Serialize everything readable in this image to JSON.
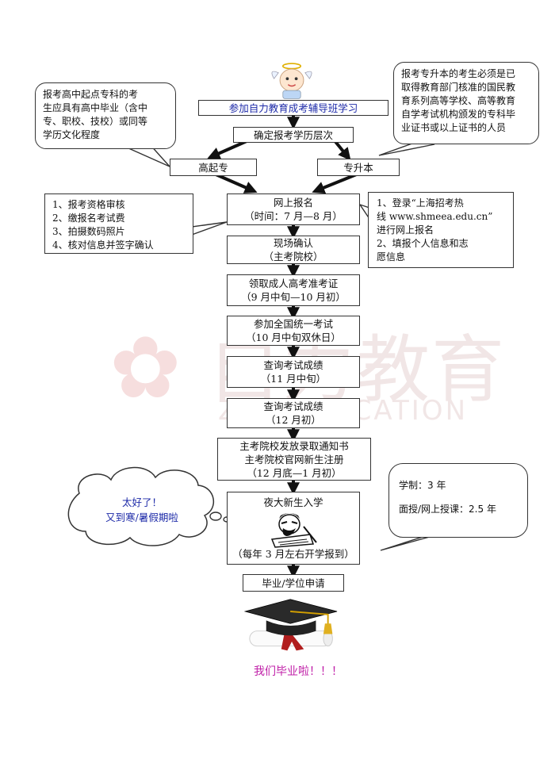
{
  "flow": {
    "step1": "参加自力教育成考辅导班学习",
    "step2": "确定报考学历层次",
    "branch_left": "高起专",
    "branch_right": "专升本",
    "online": [
      "网上报名",
      "（时间：7 月—8 月）"
    ],
    "onsite": [
      "现场确认",
      "（主考院校）"
    ],
    "ticket": [
      "领取成人高考准考证",
      "（9 月中旬—10 月初）"
    ],
    "exam": [
      "参加全国统一考试",
      "（10 月中旬双休日）"
    ],
    "score1": [
      "查询考试成绩",
      "（11 月中旬）"
    ],
    "score2": [
      "查询考试成绩",
      "（12 月初）"
    ],
    "admission": [
      "主考院校发放录取通知书",
      "主考院校官网新生注册",
      "（12 月底—1 月初）"
    ],
    "enroll_title": "夜大新生入学",
    "enroll_note": "（每年 3 月左右开学报到）",
    "degree": "毕业/学位申请",
    "graduation": "我们毕业啦！！！"
  },
  "callouts": {
    "left_top": [
      "报考高中起点专科的考",
      "生应具有高中毕业（含中",
      "专、职校、技校）或同等",
      "学历文化程度"
    ],
    "right_top": [
      "报考专升本的考生必须是已",
      "取得教育部门核准的国民教",
      "育系列高等学校、高等教育",
      "自学考试机构颁发的专科毕",
      "业证书或以上证书的人员"
    ],
    "left_mid": [
      "1、报考资格审核",
      "2、缴报名考试费",
      "3、拍摄数码照片",
      "4、核对信息并签字确认"
    ],
    "right_mid": [
      "1、登录“上海招考热",
      "线 www.shmeea.edu.cn”",
      "进行网上报名",
      "2、填报个人信息和志",
      "愿信息"
    ],
    "cloud": [
      "太好了！",
      "又到寒/暑假期啦"
    ],
    "duration": [
      "学制：3 年",
      "面授/网上授课：2.5 年"
    ]
  },
  "watermark": {
    "cn": "自力教育",
    "en": "ZILI EDUCATION"
  }
}
